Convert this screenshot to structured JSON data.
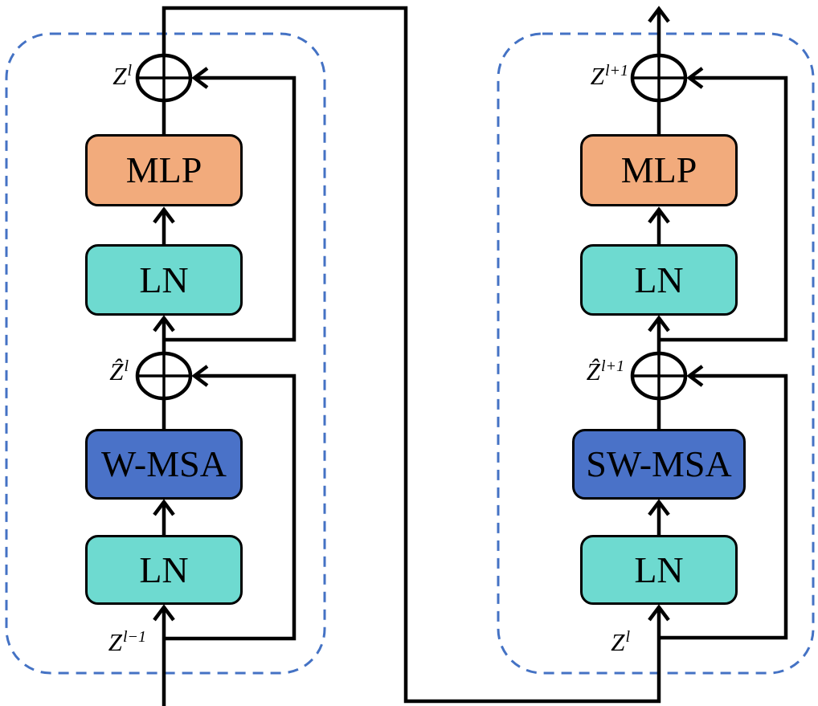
{
  "diagram": {
    "colors": {
      "background": "#ffffff",
      "line": "#000000",
      "dashed_border": "#4472c4",
      "mlp_fill": "#f2ab7c",
      "ln_fill": "#6edad0",
      "msa_fill": "#4a72c8"
    },
    "left_block": {
      "output_label": {
        "base": "Z",
        "sup": "l"
      },
      "mlp_label": "MLP",
      "ln_upper_label": "LN",
      "mid_label": {
        "base": "Ẑ",
        "sup": "l"
      },
      "msa_label": "W-MSA",
      "ln_lower_label": "LN",
      "input_label": {
        "base": "Z",
        "sup": "l−1"
      }
    },
    "right_block": {
      "output_label": {
        "base": "Z",
        "sup": "l+1"
      },
      "mlp_label": "MLP",
      "ln_upper_label": "LN",
      "mid_label": {
        "base": "Ẑ",
        "sup": "l+1"
      },
      "msa_label": "SW-MSA",
      "ln_lower_label": "LN",
      "input_label": {
        "base": "Z",
        "sup": "l"
      }
    }
  }
}
